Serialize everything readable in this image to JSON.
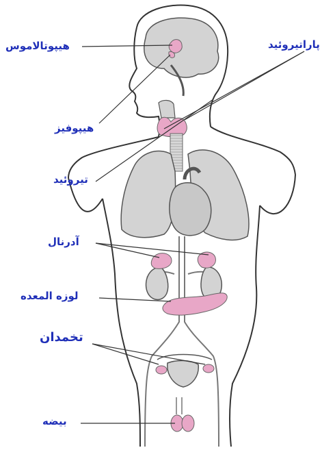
{
  "labels": {
    "hypothalamus": "هیپوتالاموس",
    "parathyroid": "پاراتیروئید",
    "pituitary": "هیپوفیز",
    "thyroid": "تیروئید",
    "adrenal": "آدرنال",
    "pancreas": "لوزه المعده",
    "ovaries": "تخمدان",
    "testis": "بیضه"
  },
  "colors": {
    "label_text": "#1f2fb8",
    "gland": "#e8a7c7",
    "organ": "#d3d3d3",
    "outline": "#333333"
  }
}
